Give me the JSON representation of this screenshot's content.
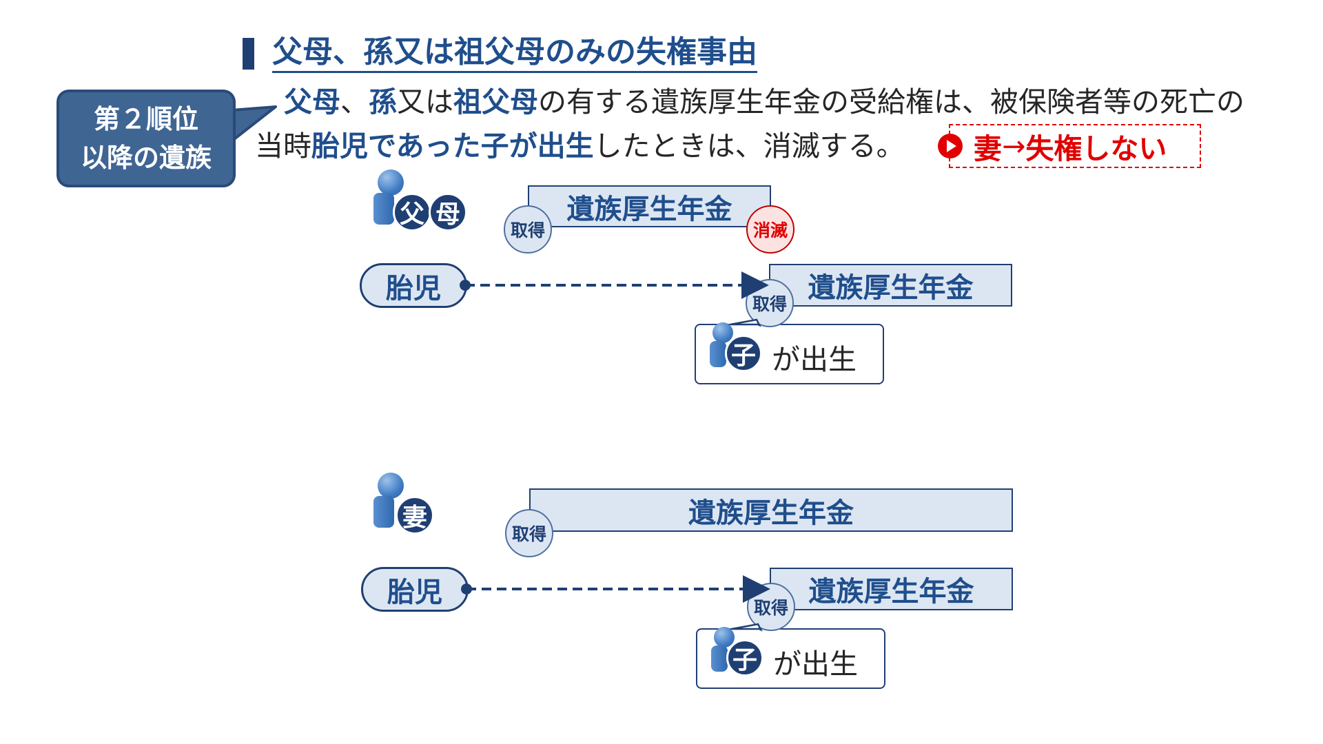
{
  "title": "父母、孫又は祖父母のみの失権事由",
  "callout": {
    "line1": "第２順位",
    "line2": "以降の遺族"
  },
  "paragraph": {
    "p1": "父母",
    "p2": "、",
    "p3": "孫",
    "p4": "又は",
    "p5": "祖父母",
    "p6": "の有する遺族厚生年金の受給権は、被保険者等の死亡の",
    "p7": "当時",
    "p8": "胎児であった子が出生",
    "p9": "したときは、消滅する。"
  },
  "note": {
    "a": "妻",
    "b": "→",
    "c": "失権しない"
  },
  "diagram_top": {
    "person_badge1": "父",
    "person_badge2": "母",
    "bar_label": "遺族厚生年金",
    "acquire_label": "取得",
    "lost_label": "消滅",
    "fetus_label": "胎児",
    "child_bar_label": "遺族厚生年金",
    "child_acquire_label": "取得",
    "child_badge": "子",
    "birth_text": "が出生"
  },
  "diagram_bottom": {
    "person_badge": "妻",
    "bar_label": "遺族厚生年金",
    "acquire_label": "取得",
    "fetus_label": "胎児",
    "child_bar_label": "遺族厚生年金",
    "child_acquire_label": "取得",
    "child_badge": "子",
    "birth_text": "が出生"
  },
  "colors": {
    "primary": "#1F3F73",
    "accent": "#1F4E8C",
    "bar_fill": "#DCE6F2",
    "alert": "#E00000"
  }
}
